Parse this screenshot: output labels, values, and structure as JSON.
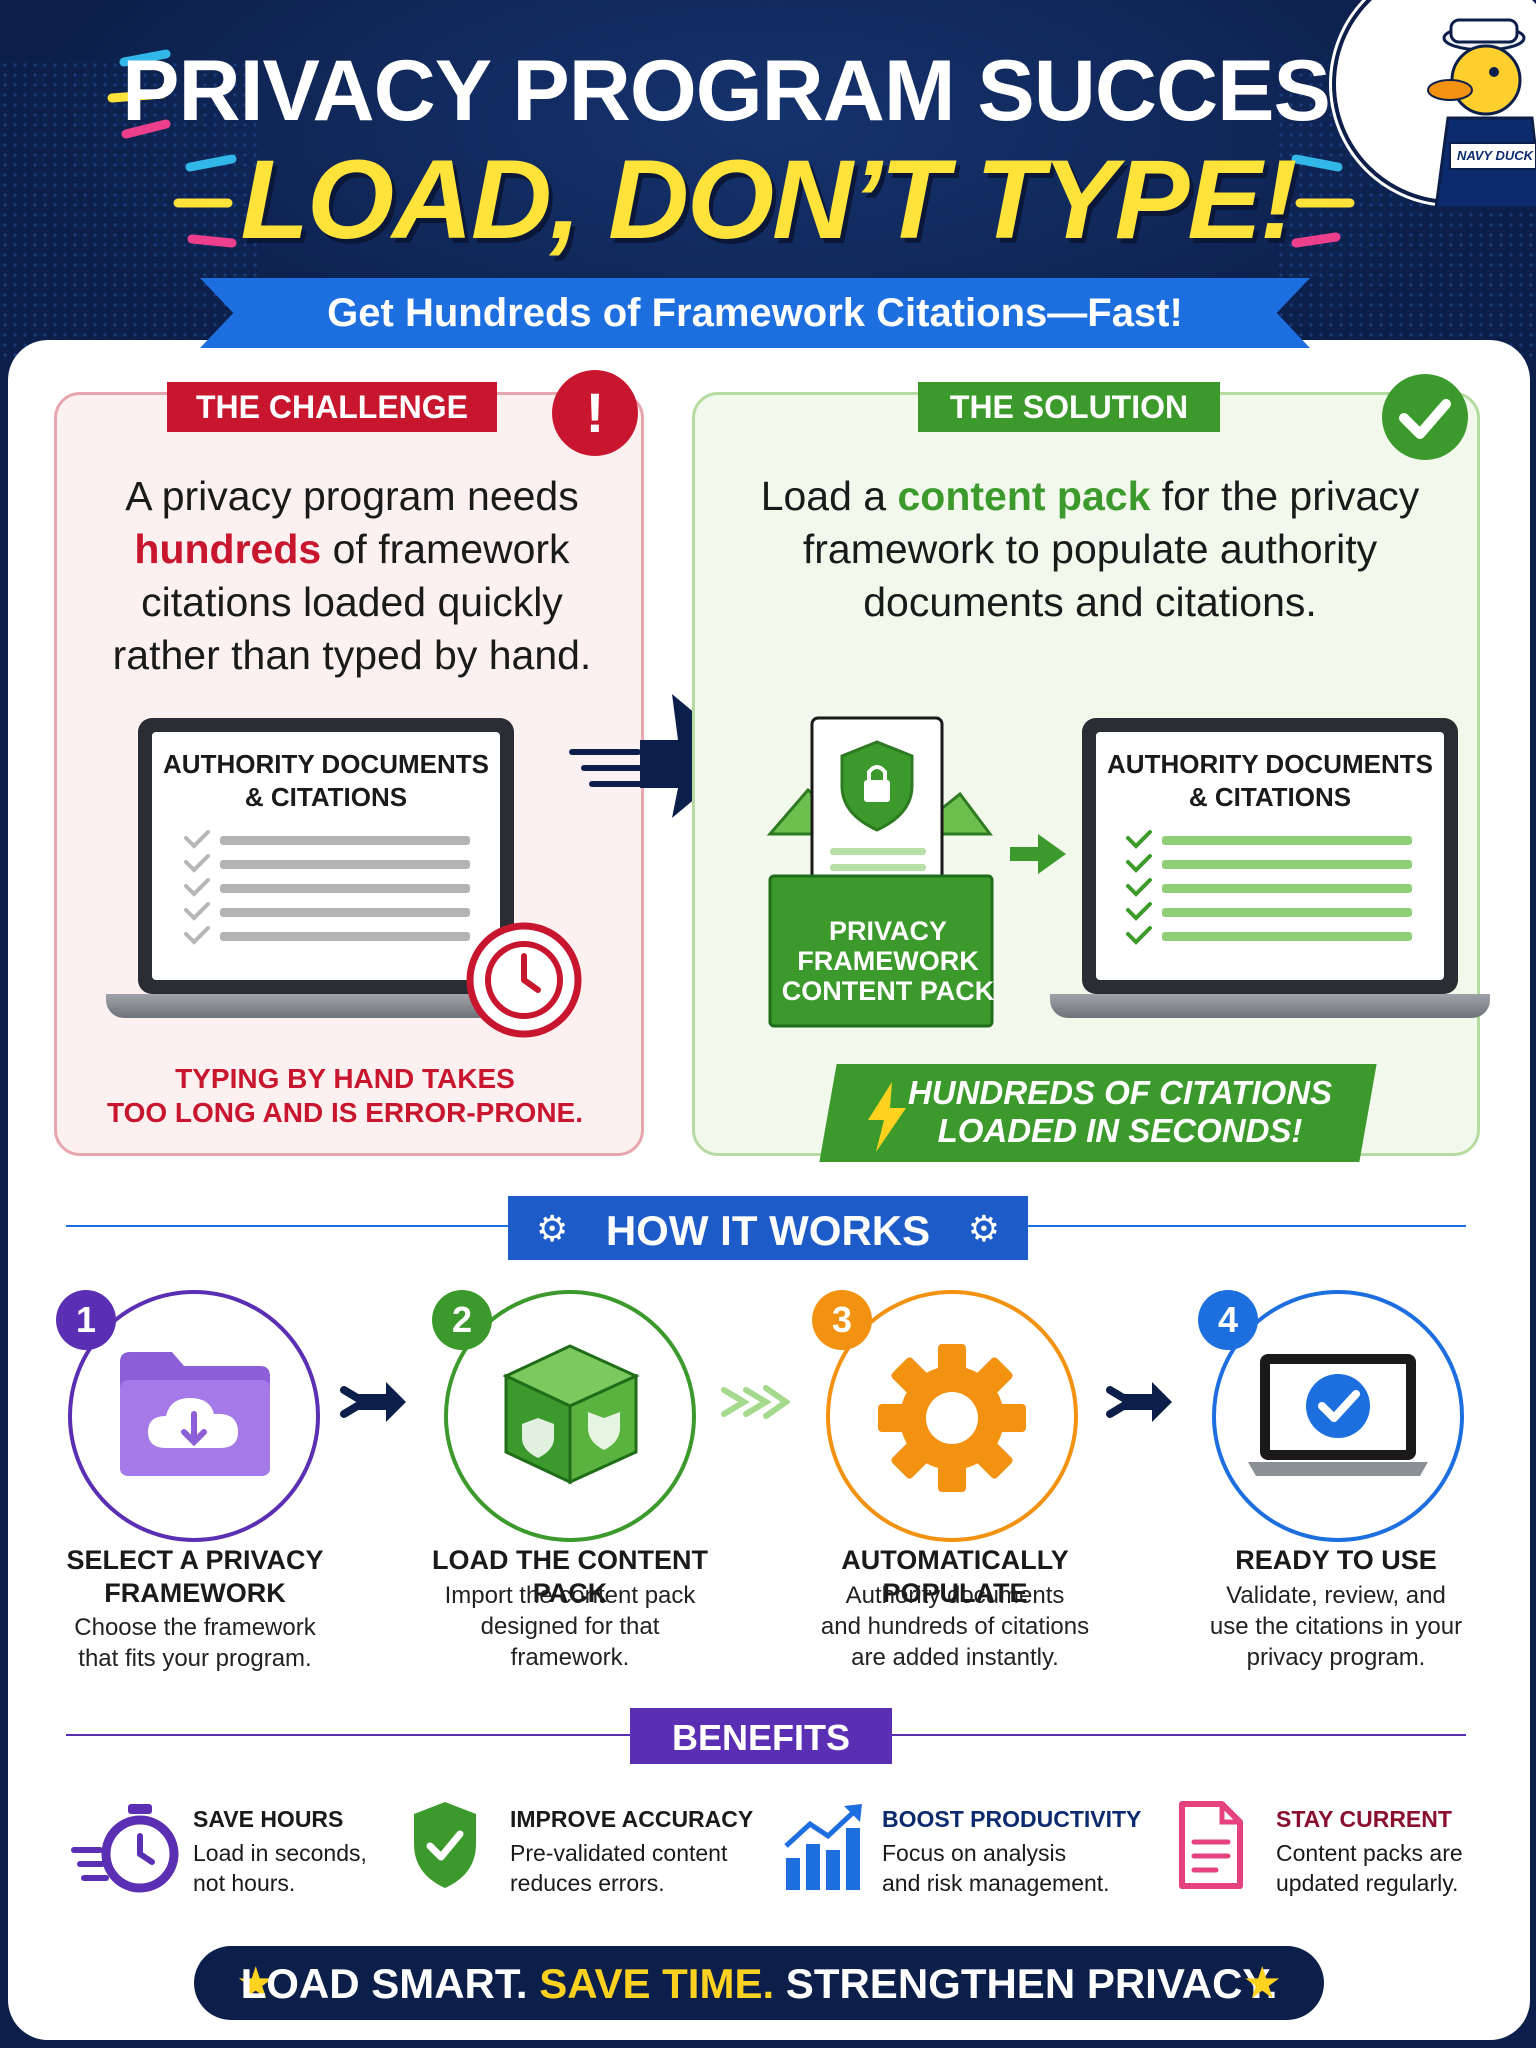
{
  "header": {
    "title_line1": "PRIVACY PROGRAM SUCCESS:",
    "title_line2": "LOAD, DON’T TYPE!",
    "subtitle": "Get Hundreds of Framework Citations—Fast!",
    "badge_text": "NAVY DUCK"
  },
  "challenge": {
    "tag": "THE CHALLENGE",
    "icon": "exclamation-icon",
    "text_before": "A privacy program needs ",
    "text_highlight": "hundreds",
    "text_after": " of framework citations loaded quickly rather than typed by hand.",
    "screen_title_1": "AUTHORITY DOCUMENTS",
    "screen_title_2": "& CITATIONS",
    "warning_line1": "TYPING BY HAND TAKES",
    "warning_line2": "TOO LONG AND IS ERROR-PRONE."
  },
  "solution": {
    "tag": "THE SOLUTION",
    "icon": "checkmark-icon",
    "text_before": "Load a ",
    "text_highlight": "content pack",
    "text_after": " for the privacy framework to populate authority documents and citations.",
    "pack_line1": "PRIVACY",
    "pack_line2": "FRAMEWORK",
    "pack_line3": "CONTENT PACK",
    "screen_title_1": "AUTHORITY DOCUMENTS",
    "screen_title_2": "& CITATIONS",
    "banner_line1": "HUNDREDS OF CITATIONS",
    "banner_line2": "LOADED IN SECONDS!"
  },
  "how_it_works": {
    "title": "HOW IT WORKS",
    "steps": [
      {
        "num": "1",
        "title_1": "SELECT A PRIVACY",
        "title_2": "FRAMEWORK",
        "desc_1": "Choose the framework",
        "desc_2": "that fits your program.",
        "desc_3": "",
        "color": "#5b2fb3",
        "icon": "cloud-download-folder-icon"
      },
      {
        "num": "2",
        "title_1": "LOAD THE CONTENT PACK",
        "title_2": "",
        "desc_1": "Import the content pack",
        "desc_2": "designed for that",
        "desc_3": "framework.",
        "color": "#3c9a2c",
        "icon": "content-pack-box-icon"
      },
      {
        "num": "3",
        "title_1": "AUTOMATICALLY POPULATE",
        "title_2": "",
        "desc_1": "Authority documents",
        "desc_2": "and hundreds of citations",
        "desc_3": "are added instantly.",
        "color": "#f39211",
        "icon": "gear-icon"
      },
      {
        "num": "4",
        "title_1": "READY TO USE",
        "title_2": "",
        "desc_1": "Validate, review, and",
        "desc_2": "use the citations in your",
        "desc_3": "privacy program.",
        "color": "#1d6fe0",
        "icon": "laptop-check-icon"
      }
    ]
  },
  "benefits": {
    "title": "BENEFITS",
    "items": [
      {
        "title": "SAVE HOURS",
        "desc_1": "Load in seconds,",
        "desc_2": "not hours.",
        "color": "#1a1a1a",
        "icon": "stopwatch-icon"
      },
      {
        "title": "IMPROVE ACCURACY",
        "desc_1": "Pre-validated content",
        "desc_2": "reduces errors.",
        "color": "#1a1a1a",
        "icon": "shield-check-icon"
      },
      {
        "title": "BOOST PRODUCTIVITY",
        "desc_1": "Focus on analysis",
        "desc_2": "and risk management.",
        "color": "#0c2a6e",
        "icon": "bar-chart-icon"
      },
      {
        "title": "STAY CURRENT",
        "desc_1": "Content packs are",
        "desc_2": "updated regularly.",
        "color": "#8a1030",
        "icon": "document-icon"
      }
    ]
  },
  "footer": {
    "part1": "LOAD SMART. ",
    "part2": "SAVE TIME.",
    "part3": " STRENGTHEN PRIVACY."
  },
  "colors": {
    "navy": "#0c1f4a",
    "yellow": "#ffe23a",
    "red": "#c8162f",
    "green": "#3c9a2c",
    "blue": "#1d6fe0",
    "purple": "#5b2fb3",
    "orange": "#f39211"
  }
}
